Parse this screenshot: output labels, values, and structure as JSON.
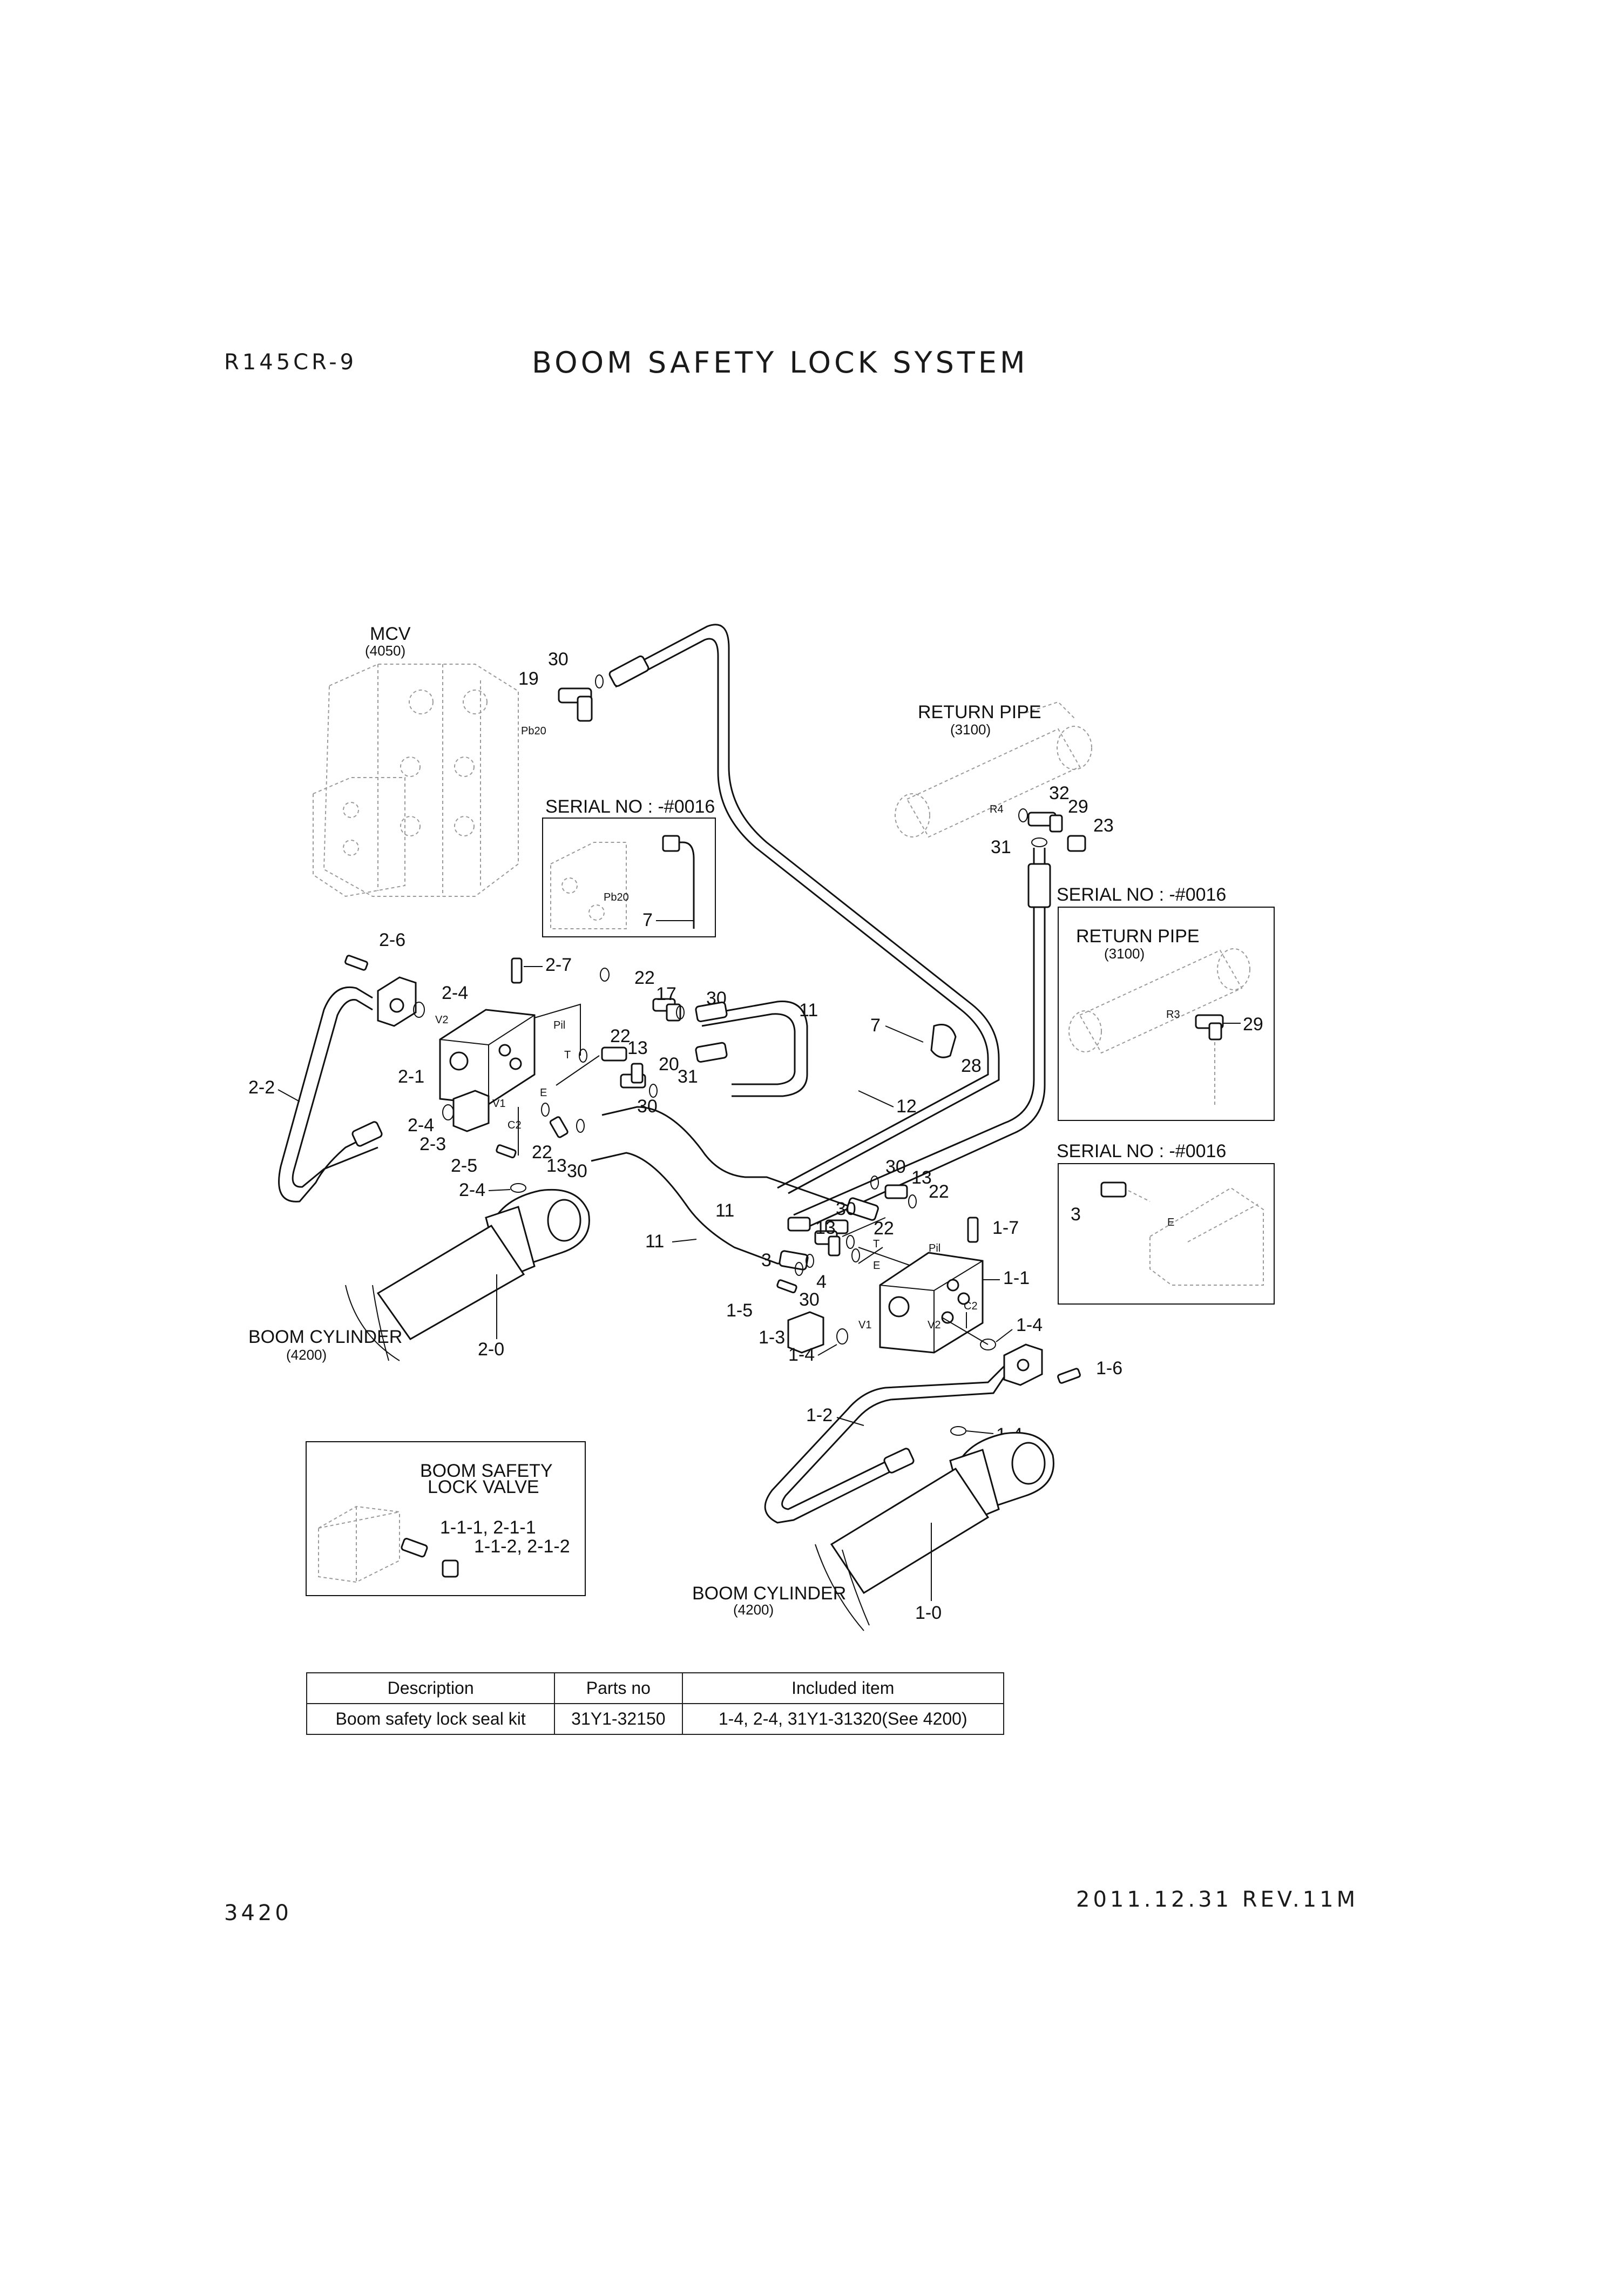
{
  "header": {
    "model": "R145CR-9",
    "title": "BOOM SAFETY LOCK SYSTEM"
  },
  "footer": {
    "page": "3420",
    "revision": "2011.12.31  REV.11M"
  },
  "diagram": {
    "callouts": {
      "mcv": "MCV",
      "mcv_ref": "(4050)",
      "return_pipe": "RETURN PIPE",
      "return_pipe_ref": "(3100)",
      "serial": "SERIAL NO : -#0016",
      "boom_cylinder": "BOOM CYLINDER",
      "boom_cylinder_ref": "(4200)",
      "valve": "BOOM SAFETY",
      "valve_2": "LOCK VALVE",
      "kit_line1": "1-1-1, 2-1-1",
      "kit_line2": "1-1-2, 2-1-2"
    },
    "ports": {
      "pb20": "Pb20",
      "r4": "R4",
      "r3": "R3",
      "pil": "Pil",
      "t": "T",
      "v1": "V1",
      "v2": "V2",
      "c2": "C2",
      "e": "E"
    },
    "labels": {
      "n30": "30",
      "n19": "19",
      "n32": "32",
      "n29": "29",
      "n23": "23",
      "n31": "31",
      "n7": "7",
      "n2_6": "2-6",
      "n2_7": "2-7",
      "n22": "22",
      "n17": "17",
      "n11": "11",
      "n2_4": "2-4",
      "n13": "13",
      "n20": "20",
      "n28": "28",
      "n12": "12",
      "n2_2": "2-2",
      "n2_1": "2-1",
      "n2_3": "2-3",
      "n2_5": "2-5",
      "n3": "3",
      "n4": "4",
      "n1_7": "1-7",
      "n1_1": "1-1",
      "n1_5": "1-5",
      "n1_3": "1-3",
      "n1_4": "1-4",
      "n1_6": "1-6",
      "n1_2": "1-2",
      "n1_0": "1-0",
      "n2_0": "2-0"
    }
  },
  "parts_table": {
    "headers": [
      "Description",
      "Parts no",
      "Included item"
    ],
    "rows": [
      [
        "Boom safety lock seal kit",
        "31Y1-32150",
        "1-4, 2-4, 31Y1-31320(See 4200)"
      ]
    ]
  }
}
